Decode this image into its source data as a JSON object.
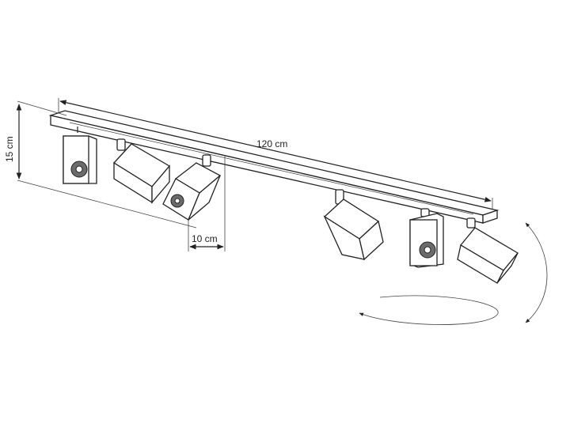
{
  "dimensions": {
    "length_label": "120 cm",
    "height_label": "15 cm",
    "width_label": "10 cm"
  },
  "icons": {
    "rotation_horizontal": "rotate-horizontal-arrow-icon",
    "rotation_vertical": "rotate-vertical-arrow-icon"
  },
  "colors": {
    "line": "#222222",
    "shade": "#6b6b6b",
    "background": "#ffffff"
  }
}
